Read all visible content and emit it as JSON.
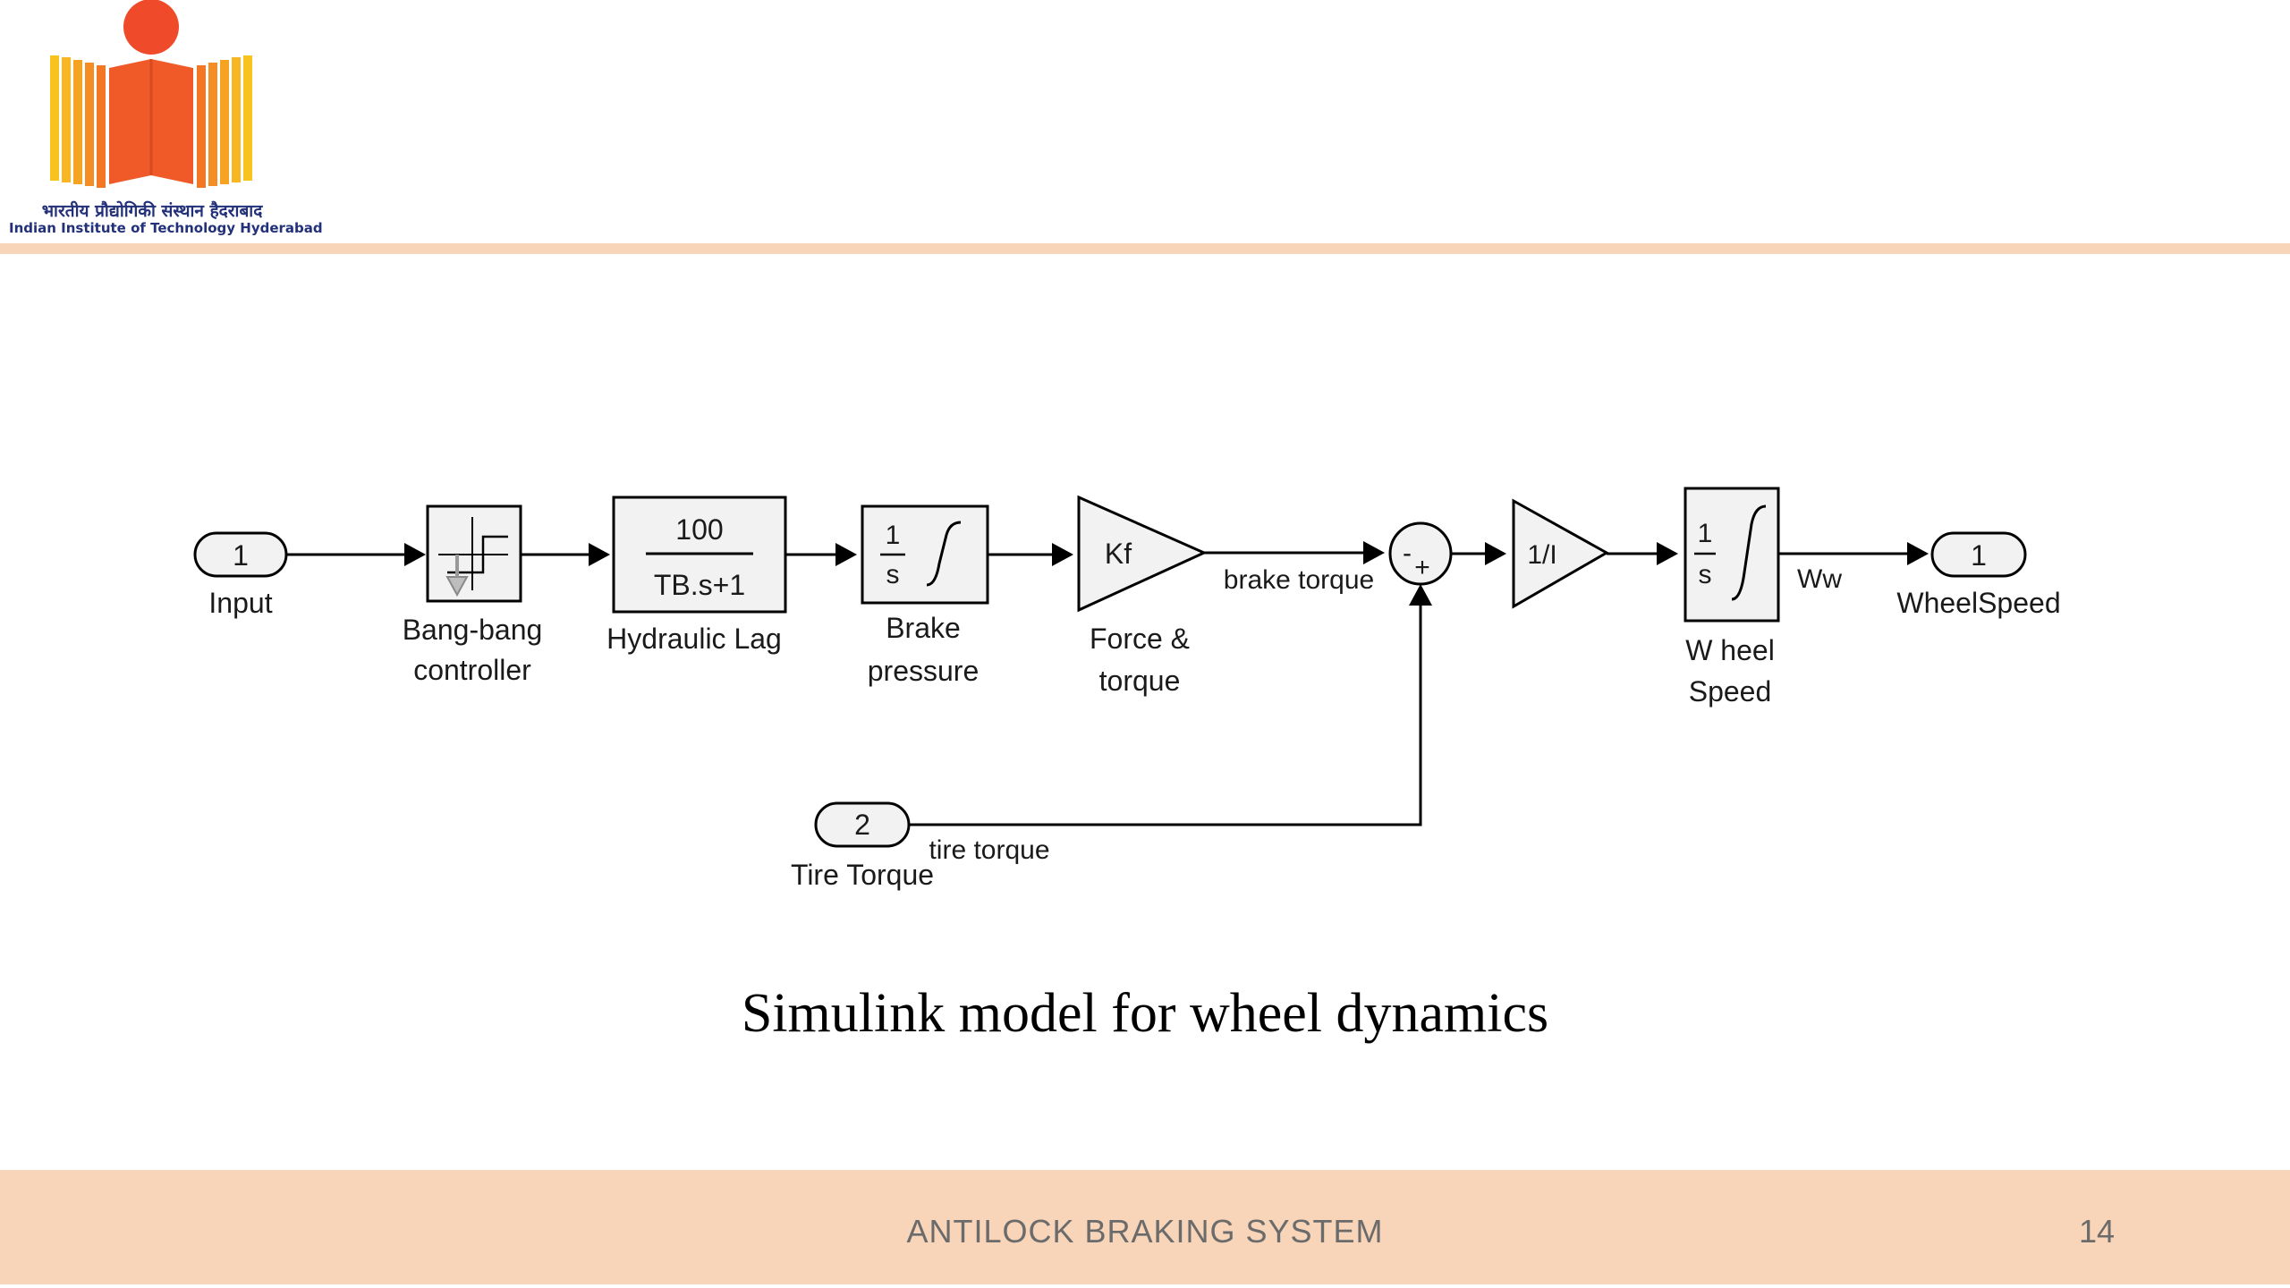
{
  "header": {
    "logo_hindi": "भारतीय प्रौद्योगिकी संस्थान हैदराबाद",
    "logo_english": "Indian Institute of Technology Hyderabad"
  },
  "diagram": {
    "input_port": {
      "number": "1",
      "label": "Input"
    },
    "bang_bang": {
      "label_line1": "Bang-bang",
      "label_line2": "controller"
    },
    "hydraulic_lag": {
      "numerator": "100",
      "denominator": "TB.s+1",
      "label": "Hydraulic Lag"
    },
    "brake_integrator": {
      "numerator": "1",
      "denominator": "s",
      "label_line1": "Brake",
      "label_line2": "pressure"
    },
    "force_gain": {
      "gain": "Kf",
      "label_line1": "Force &",
      "label_line2": "torque"
    },
    "brake_signal_label": "brake torque",
    "sum_block": {
      "minus": "-",
      "plus": "+"
    },
    "inertia_gain": {
      "gain": "1/I"
    },
    "wheel_integrator": {
      "numerator": "1",
      "denominator": "s",
      "label_line1": "W heel",
      "label_line2": "Speed"
    },
    "ww_signal_label": "Ww",
    "output_port": {
      "number": "1",
      "label": "WheelSpeed"
    },
    "tire_port": {
      "number": "2",
      "label": "Tire Torque"
    },
    "tire_signal_label": "tire torque"
  },
  "caption": "Simulink model for wheel dynamics",
  "footer": {
    "title": "ANTILOCK BRAKING SYSTEM",
    "page_number": "14"
  },
  "colors": {
    "footer_band": "#f8d4b8",
    "logo_orange": "#ef5a28",
    "logo_yellow": "#f9c31f",
    "logo_text": "#23307a"
  }
}
